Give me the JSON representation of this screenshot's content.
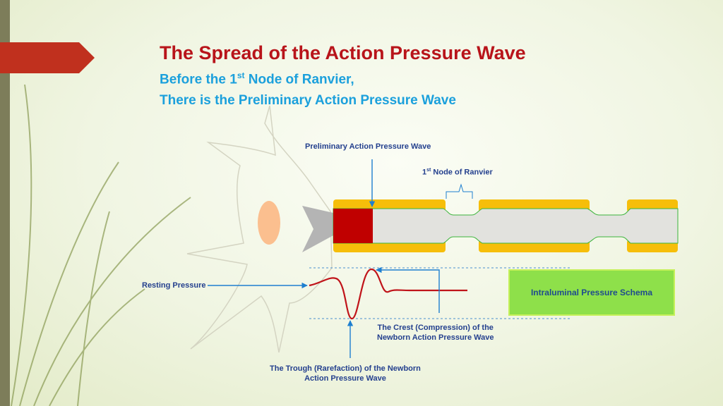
{
  "title": "The Spread of the Action Pressure Wave",
  "subtitle_line1_pre": "Before the 1",
  "subtitle_line1_sup": "st",
  "subtitle_line1_post": " Node of Ranvier,",
  "subtitle_line2": "There is the Preliminary Action Pressure Wave",
  "labels": {
    "preliminary_wave": "Preliminary Action Pressure Wave",
    "node_pre": "1",
    "node_sup": "st",
    "node_post": " Node of Ranvier",
    "resting_pressure": "Resting Pressure",
    "intraluminal_schema": "Intraluminal Pressure Schema",
    "crest_line1": "The Crest (Compression) of the",
    "crest_line2": "Newborn Action Pressure Wave",
    "trough_line1": "The Trough (Rarefaction) of the Newborn",
    "trough_line2": "Action Pressure Wave"
  },
  "colors": {
    "title": "#b8141a",
    "subtitle": "#1ba0dc",
    "label": "#24408e",
    "arrow": "#1e7fd0",
    "myelin": "#f6be0a",
    "axon": "#e2e2de",
    "wave": "#c0141a",
    "pressure_front": "#c00000",
    "schema_box": "#8ee04a",
    "nucleus": "#fbbf8f",
    "axon_hillock": "#b4b4b4"
  }
}
